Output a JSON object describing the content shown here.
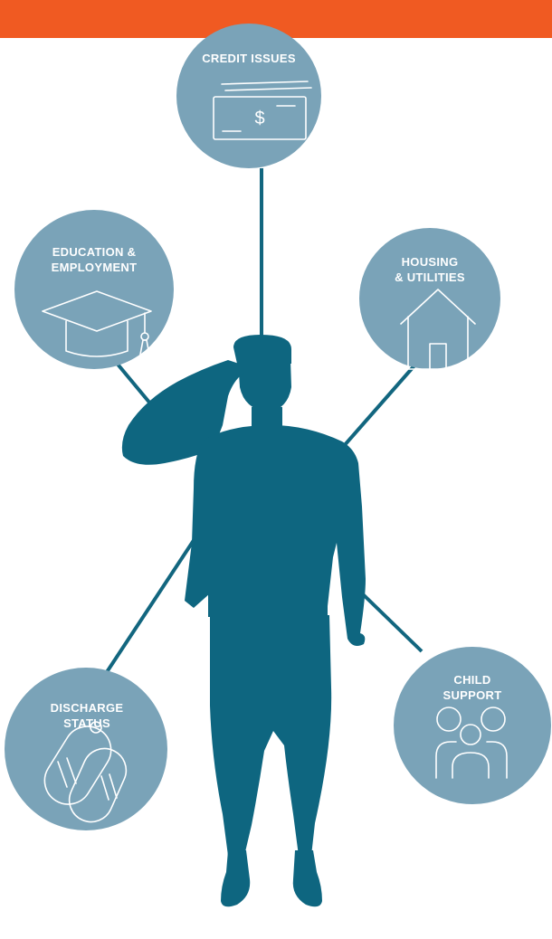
{
  "colors": {
    "accent_bar": "#f05a22",
    "circle_fill": "#7aa3b8",
    "connector": "#12667f",
    "silhouette": "#0e6680",
    "icon_stroke": "#ffffff"
  },
  "circles": [
    {
      "key": "credit",
      "label": "CREDIT ISSUES",
      "icon": "money-icon"
    },
    {
      "key": "education",
      "label": "EDUCATION &\nEMPLOYMENT",
      "icon": "graduation-cap-icon"
    },
    {
      "key": "housing",
      "label": "HOUSING\n& UTILITIES",
      "icon": "house-icon"
    },
    {
      "key": "discharge",
      "label": "DISCHARGE\nSTATUS",
      "icon": "dog-tags-icon"
    },
    {
      "key": "child",
      "label": "CHILD\nSUPPORT",
      "icon": "family-icon"
    }
  ],
  "figure": {
    "icon": "saluting-soldier-icon"
  }
}
